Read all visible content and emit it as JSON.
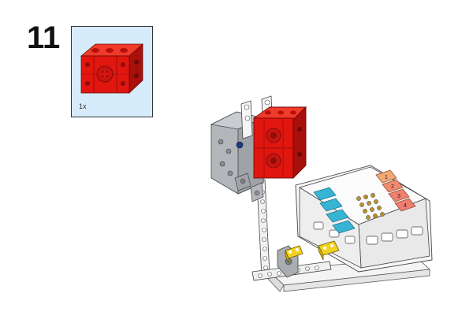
{
  "step": {
    "number": "11"
  },
  "parts_callout": {
    "part_icon": "red-motor-block-icon",
    "quantity": "1x",
    "part_color": "#e1160f",
    "background_color": "#d7ecfa"
  },
  "controller": {
    "port_labels": [
      "1",
      "2",
      "3",
      "4"
    ],
    "port_colors": [
      "#f0a875",
      "#f08a70",
      "#f08070",
      "#ec7d70"
    ],
    "button_color": "#35b4d4"
  },
  "assembly": {
    "icon": "robot-assembly-illustration",
    "motor_color": "#e1160f",
    "frame_color": "#a9adb1",
    "connector_color": "#f2d21f"
  }
}
